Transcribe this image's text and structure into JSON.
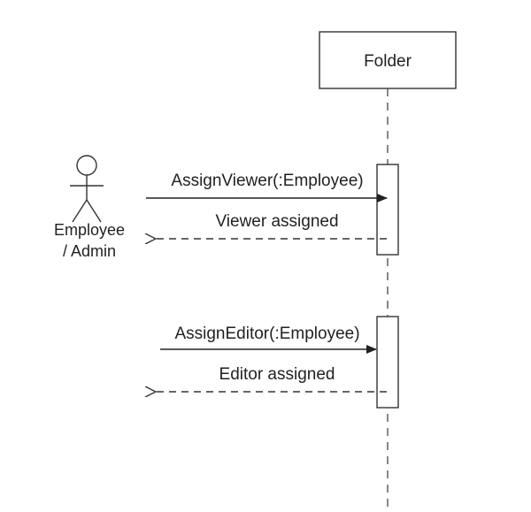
{
  "actor": {
    "name_line1": "Employee",
    "name_line2": "/ Admin"
  },
  "lifeline": {
    "object_name": "Folder"
  },
  "messages": [
    {
      "label": "AssignViewer(:Employee)",
      "kind": "call"
    },
    {
      "label": "Viewer assigned",
      "kind": "return"
    },
    {
      "label": "AssignEditor(:Employee)",
      "kind": "call"
    },
    {
      "label": "Editor assigned",
      "kind": "return"
    }
  ]
}
